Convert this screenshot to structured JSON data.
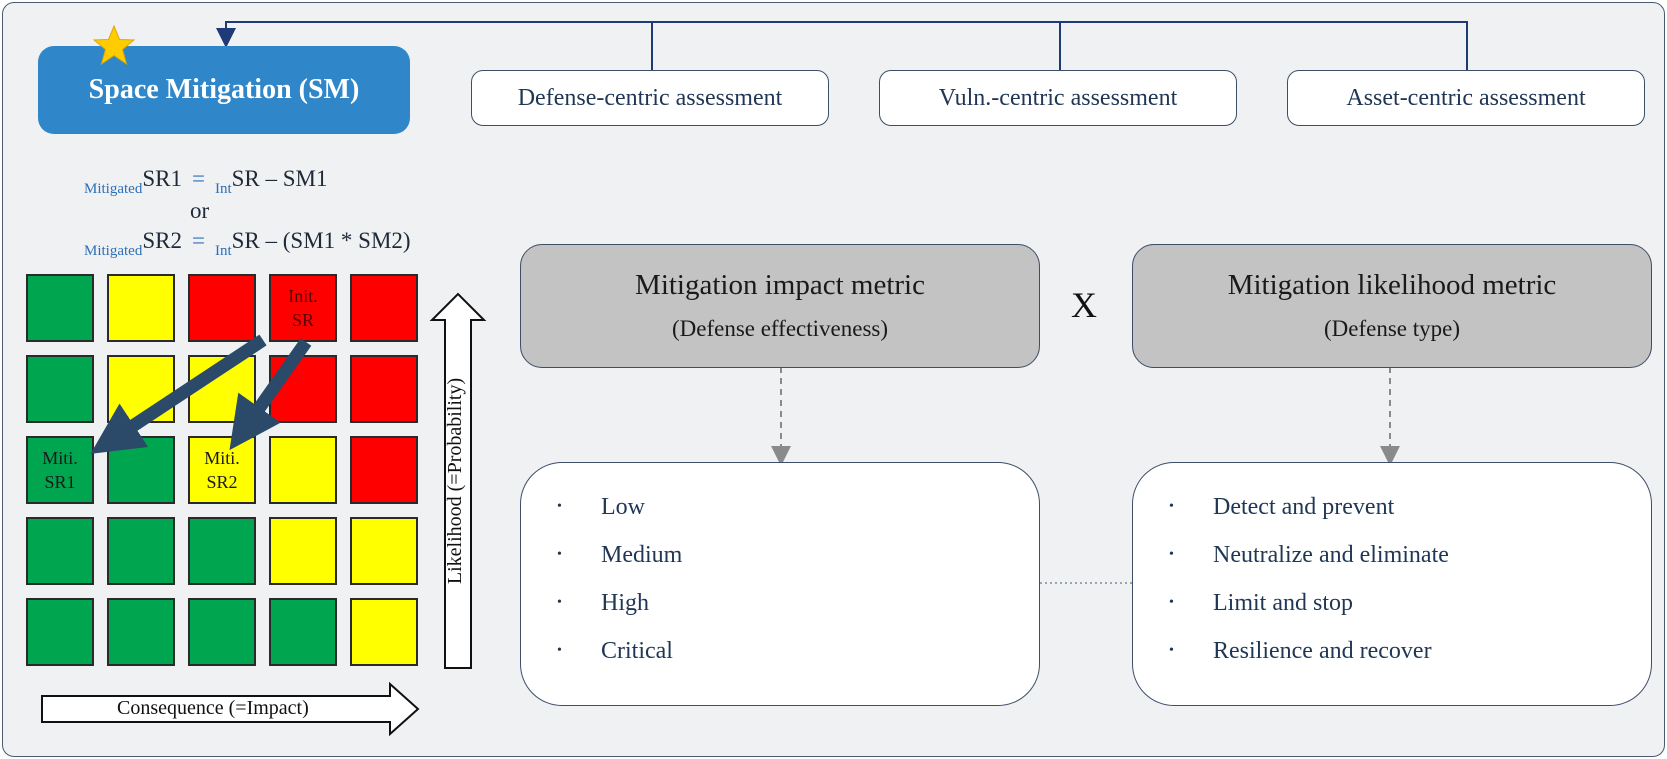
{
  "header": {
    "title": "Space Mitigation (SM)",
    "assessments": [
      "Defense-centric assessment",
      "Vuln.-centric assessment",
      "Asset-centric assessment"
    ]
  },
  "formulas": {
    "line1": {
      "sub_left": "Mitigated",
      "left": "SR1",
      "eq": "=",
      "sub_right": "Int",
      "right": "SR – SM1"
    },
    "or": "or",
    "line2": {
      "sub_left": "Mitigated",
      "left": "SR2",
      "eq": "=",
      "sub_right": "Int",
      "right": "SR – (SM1 * SM2)"
    }
  },
  "risk_matrix": {
    "rows": [
      [
        "green",
        "yellow",
        "red",
        "red",
        "red"
      ],
      [
        "green",
        "yellow",
        "yellow",
        "red",
        "red"
      ],
      [
        "green",
        "green",
        "yellow",
        "yellow",
        "red"
      ],
      [
        "green",
        "green",
        "green",
        "yellow",
        "yellow"
      ],
      [
        "green",
        "green",
        "green",
        "green",
        "yellow"
      ]
    ],
    "cell_labels": [
      {
        "row": 0,
        "col": 3,
        "text": "Init.\nSR",
        "color": "#5a0000"
      },
      {
        "row": 2,
        "col": 0,
        "text": "Miti.\nSR1",
        "color": "#1a1a1a"
      },
      {
        "row": 2,
        "col": 2,
        "text": "Miti.\nSR2",
        "color": "#1a1a1a"
      }
    ],
    "x_axis_label": "Consequence (=Impact)",
    "y_axis_label": "Likelihood (=Probability)",
    "colors": {
      "green": "#00a64f",
      "yellow": "#ffff00",
      "red": "#ff0000",
      "arrow": "#2b4a6a"
    }
  },
  "metrics": {
    "impact": {
      "title": "Mitigation impact metric",
      "subtitle": "(Defense effectiveness)"
    },
    "operator": "X",
    "likelihood": {
      "title": "Mitigation likelihood metric",
      "subtitle": "(Defense type)"
    }
  },
  "impact_levels": [
    "Low",
    "Medium",
    "High",
    "Critical"
  ],
  "defense_types": [
    "Detect and prevent",
    "Neutralize and eliminate",
    "Limit and stop",
    "Resilience and recover"
  ],
  "bullet": "•",
  "colors": {
    "accent": "#2f86c9",
    "frame_bg": "#f0f1f3",
    "border": "#3d4e66",
    "metric_bg": "#c3c3c3"
  }
}
